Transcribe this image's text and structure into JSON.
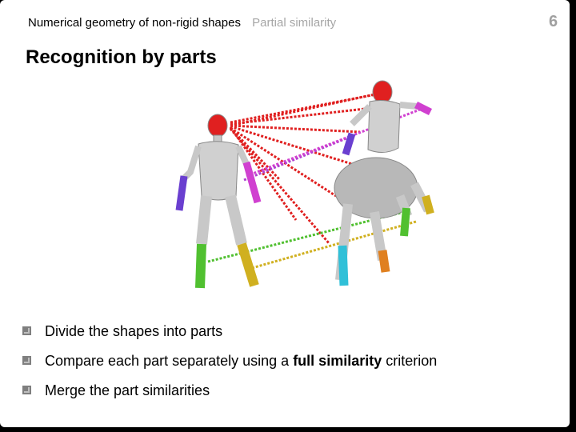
{
  "header": {
    "title": "Numerical geometry of non-rigid shapes",
    "subtitle": "Partial similarity",
    "page_number": "6"
  },
  "slide_title": "Recognition by parts",
  "figure": {
    "human_label": "human shape with colored parts",
    "centaur_label": "centaur shape with colored parts",
    "part_colors": {
      "head": "#e02020",
      "arm_left": "#6a3fd0",
      "arm_right": "#d040d0",
      "leg_left": "#50c030",
      "leg_right": "#d0b020",
      "body": "#c8c8c8",
      "centaur_leg_cyan": "#30c0d8",
      "centaur_leg_orange": "#e08020"
    }
  },
  "bullets": [
    {
      "pre": "Divide the shapes into parts",
      "bold": "",
      "post": ""
    },
    {
      "pre": "Compare each part separately using a ",
      "bold": "full similarity",
      "post": " criterion"
    },
    {
      "pre": "Merge the part similarities",
      "bold": "",
      "post": ""
    }
  ]
}
